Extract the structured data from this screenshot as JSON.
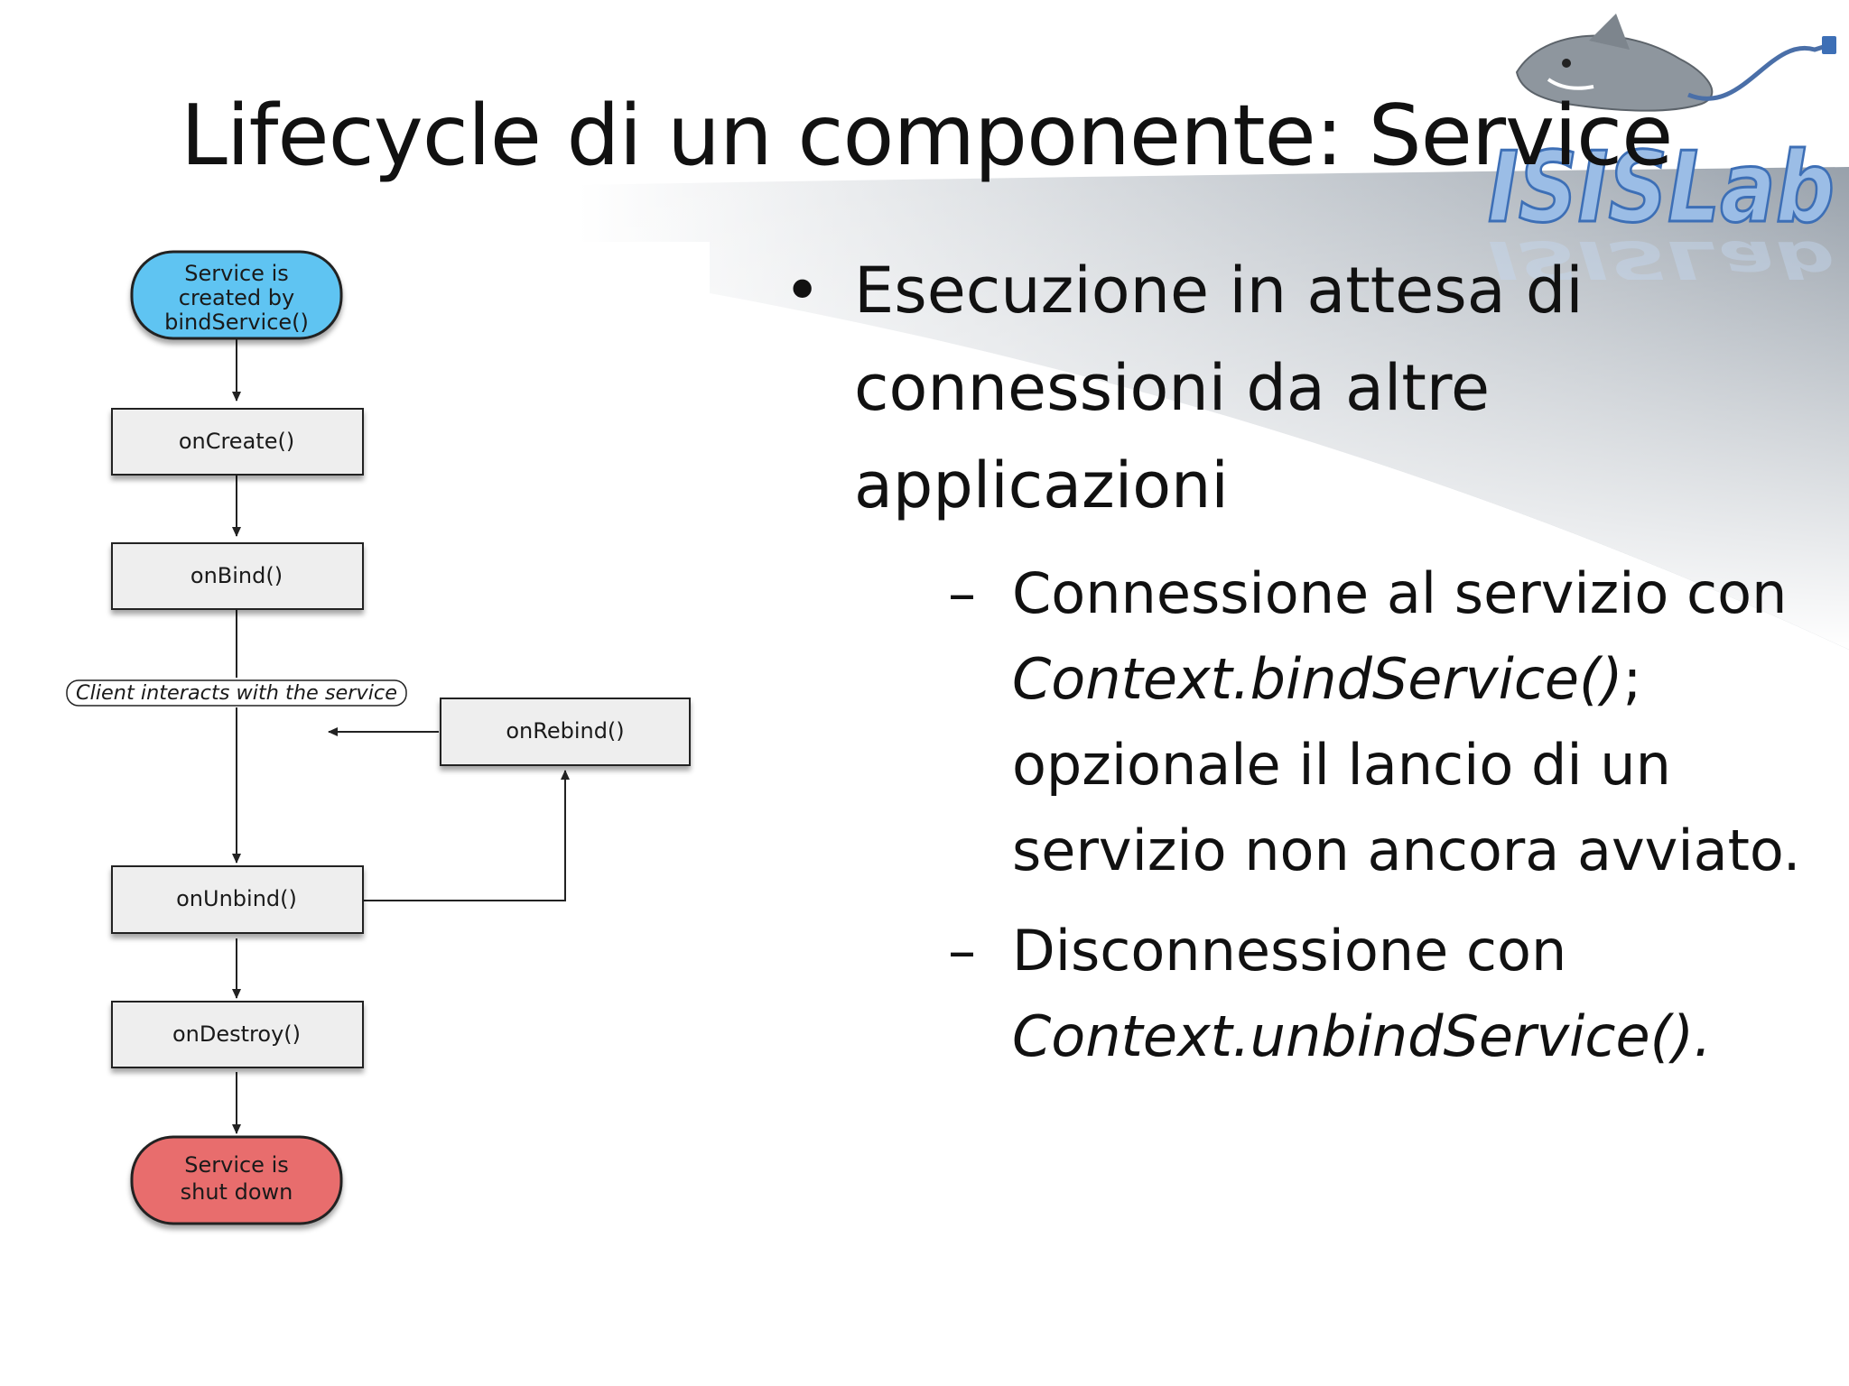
{
  "slide": {
    "title": "Lifecycle di un componente: Service"
  },
  "logo": {
    "text": "ISISLab",
    "colors": {
      "primary": "#3d6fb6",
      "light": "#9bbde6"
    }
  },
  "diagram": {
    "nodes": {
      "start": [
        "Service is",
        "created by",
        "bindService()"
      ],
      "on_create": "onCreate()",
      "on_bind": "onBind()",
      "on_rebind": "onRebind()",
      "on_unbind": "onUnbind()",
      "on_destroy": "onDestroy()",
      "end": [
        "Service is",
        "shut down"
      ]
    },
    "note": "Client interacts with the service",
    "colors": {
      "start_fill": "#5fc4f2",
      "end_fill": "#e86d6d",
      "box_fill": "#eeeeee",
      "stroke": "#222222"
    }
  },
  "content": {
    "bullet_mark": "•",
    "bullet_text": "Esecuzione in attesa di connessioni da altre applicazioni",
    "sub_mark": "–",
    "sub_items": [
      {
        "before": "Connessione al servizio con ",
        "code": "Context.bindService()",
        "after": "; opzionale il lancio di un servizio non ancora avviato."
      },
      {
        "before": "Disconnessione con ",
        "code": "Context.unbindService().",
        "after": ""
      }
    ]
  }
}
